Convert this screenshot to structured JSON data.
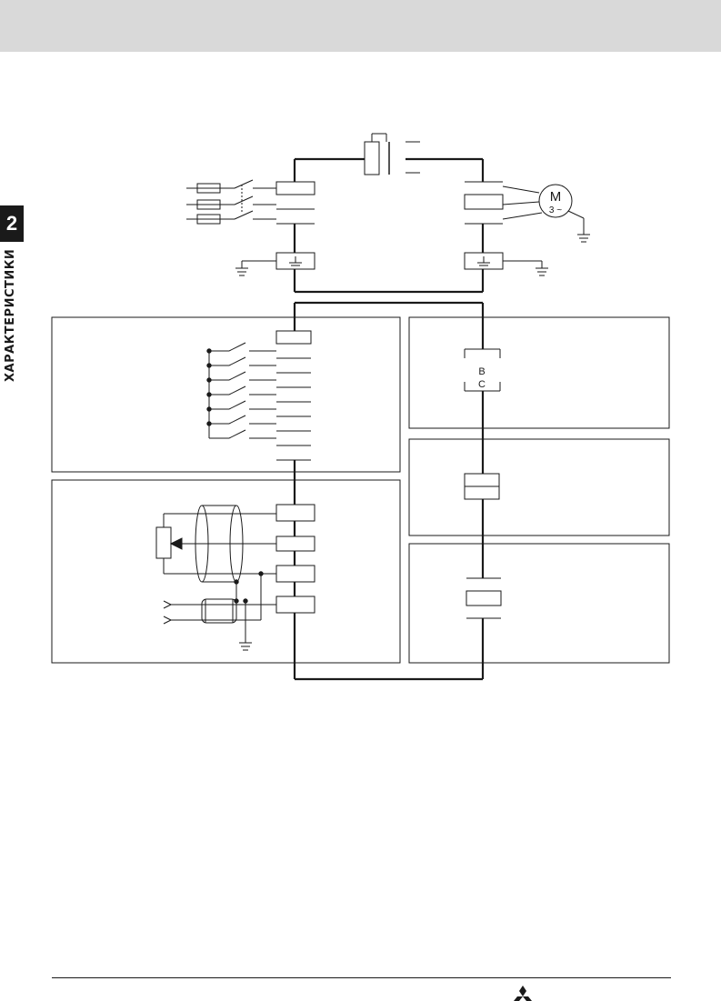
{
  "page": {
    "chapter_number": "2",
    "chapter_title": "ХАРАКТЕРИСТИКИ"
  },
  "diagram": {
    "motor_symbol": "M",
    "motor_phases": "3 ~",
    "terminal_b": "B",
    "terminal_c": "C"
  },
  "colors": {
    "header_band": "#d9d9d9",
    "ink": "#1a1a1a"
  },
  "icons": [
    "ground-icon",
    "motor-icon",
    "fuse-icon",
    "switch-icon",
    "potentiometer-icon",
    "mitsubishi-logo"
  ]
}
